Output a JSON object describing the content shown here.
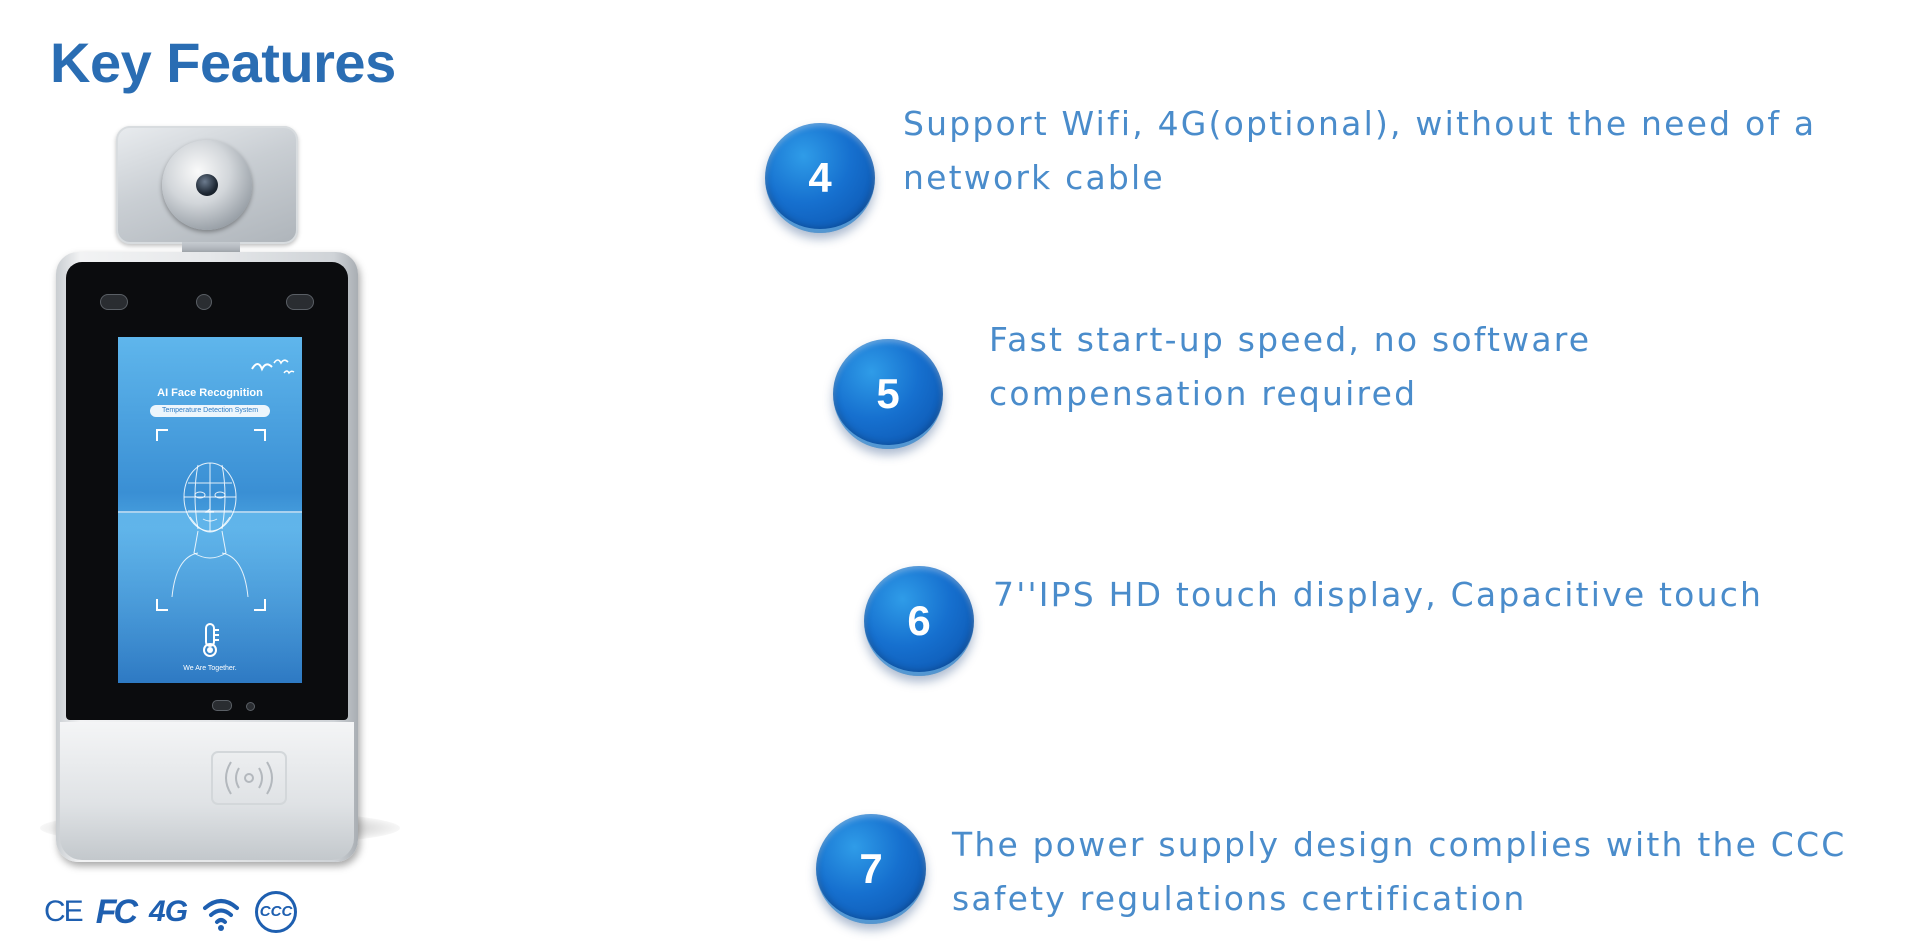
{
  "page": {
    "title": "Key Features"
  },
  "device_screen": {
    "title": "AI Face Recognition",
    "subtitle": "Temperature Detection System",
    "footer": "We Are Together."
  },
  "certifications": [
    "CE",
    "FC",
    "4G",
    "CCC"
  ],
  "features": [
    {
      "number": "4",
      "lines": [
        "Support Wifi, 4G(optional), without the need of a",
        "network cable"
      ]
    },
    {
      "number": "5",
      "lines": [
        "Fast start-up speed, no software",
        "compensation required"
      ]
    },
    {
      "number": "6",
      "lines": [
        "7''IPS HD touch display, Capacitive touch"
      ]
    },
    {
      "number": "7",
      "lines": [
        "The power supply design complies with the CCC",
        "safety regulations certification"
      ]
    }
  ],
  "colors": {
    "title": "#2a6db3",
    "feature_text": "#4a8ccb",
    "badge": "#1670cf",
    "cert": "#1e5fb0"
  }
}
